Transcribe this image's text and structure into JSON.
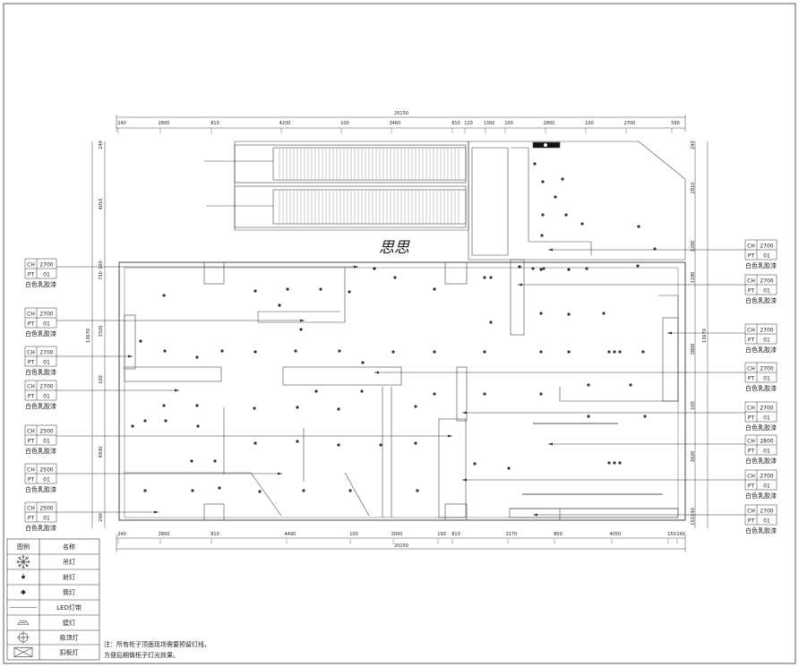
{
  "title": "思思",
  "dims": {
    "top_total": "20150",
    "top": [
      "240",
      "2800",
      "810",
      "4200",
      "100",
      "3460",
      "810",
      "120",
      "1300",
      "100",
      "2800",
      "100",
      "2700",
      "590"
    ],
    "bottom_total": "20150",
    "bottom": [
      "240",
      "2800",
      "810",
      "4490",
      "100",
      "3000",
      "190",
      "810",
      "3170",
      "800",
      "4050",
      "150",
      "240"
    ],
    "left": [
      "240",
      "4010",
      "100",
      "730",
      "3320",
      "100",
      "4930",
      "240"
    ],
    "left_total": "13670",
    "right": [
      "240",
      "2810",
      "1200",
      "1180",
      "3800",
      "100",
      "3620",
      "240",
      "150"
    ],
    "right_total": "13670"
  },
  "ceiling_tags_left": [
    {
      "ch_label": "CH",
      "ch": "2700",
      "pt_label": "PT",
      "pt": "01",
      "finish": "白色乳胶漆"
    },
    {
      "ch_label": "CH",
      "ch": "2700",
      "pt_label": "PT",
      "pt": "01",
      "finish": "白色乳胶漆"
    },
    {
      "ch_label": "CH",
      "ch": "2700",
      "pt_label": "PT",
      "pt": "01",
      "finish": "白色乳胶漆"
    },
    {
      "ch_label": "CH",
      "ch": "2700",
      "pt_label": "PT",
      "pt": "01",
      "finish": "白色乳胶漆"
    },
    {
      "ch_label": "CH",
      "ch": "2500",
      "pt_label": "PT",
      "pt": "01",
      "finish": "白色乳胶漆"
    },
    {
      "ch_label": "CH",
      "ch": "2500",
      "pt_label": "PT",
      "pt": "01",
      "finish": "白色乳胶漆"
    },
    {
      "ch_label": "CH",
      "ch": "2500",
      "pt_label": "PT",
      "pt": "01",
      "finish": "白色乳胶漆"
    }
  ],
  "ceiling_tags_right": [
    {
      "ch_label": "CH",
      "ch": "2700",
      "pt_label": "PT",
      "pt": "01",
      "finish": "白色乳胶漆"
    },
    {
      "ch_label": "CH",
      "ch": "2700",
      "pt_label": "PT",
      "pt": "01",
      "finish": "白色乳胶漆"
    },
    {
      "ch_label": "CH",
      "ch": "2700",
      "pt_label": "PT",
      "pt": "01",
      "finish": "白色乳胶漆"
    },
    {
      "ch_label": "CH",
      "ch": "2700",
      "pt_label": "PT",
      "pt": "01",
      "finish": "白色乳胶漆"
    },
    {
      "ch_label": "CH",
      "ch": "2700",
      "pt_label": "PT",
      "pt": "01",
      "finish": "白色乳胶漆"
    },
    {
      "ch_label": "CH",
      "ch": "2800",
      "pt_label": "PT",
      "pt": "01",
      "finish": "白色乳胶漆"
    },
    {
      "ch_label": "CH",
      "ch": "2700",
      "pt_label": "PT",
      "pt": "01",
      "finish": "白色乳胶漆"
    },
    {
      "ch_label": "CH",
      "ch": "2700",
      "pt_label": "PT",
      "pt": "01",
      "finish": "白色乳胶漆"
    }
  ],
  "legend": {
    "header_symbol": "图例",
    "header_name": "名称",
    "items": [
      {
        "icon": "chandelier-icon",
        "name": "吊灯"
      },
      {
        "icon": "spotlight-icon",
        "name": "射灯"
      },
      {
        "icon": "downlight-icon",
        "name": "筒灯"
      },
      {
        "icon": "led-strip-icon",
        "name": "LED灯带"
      },
      {
        "icon": "wall-lamp-icon",
        "name": "壁灯"
      },
      {
        "icon": "ceiling-lamp-icon",
        "name": "吸顶灯"
      },
      {
        "icon": "panel-light-icon",
        "name": "扣板灯"
      }
    ]
  },
  "note": {
    "line1": "注：所有柜子顶面现场需要预留灯线，",
    "line2": "方便后期做柜子灯光效果。"
  }
}
